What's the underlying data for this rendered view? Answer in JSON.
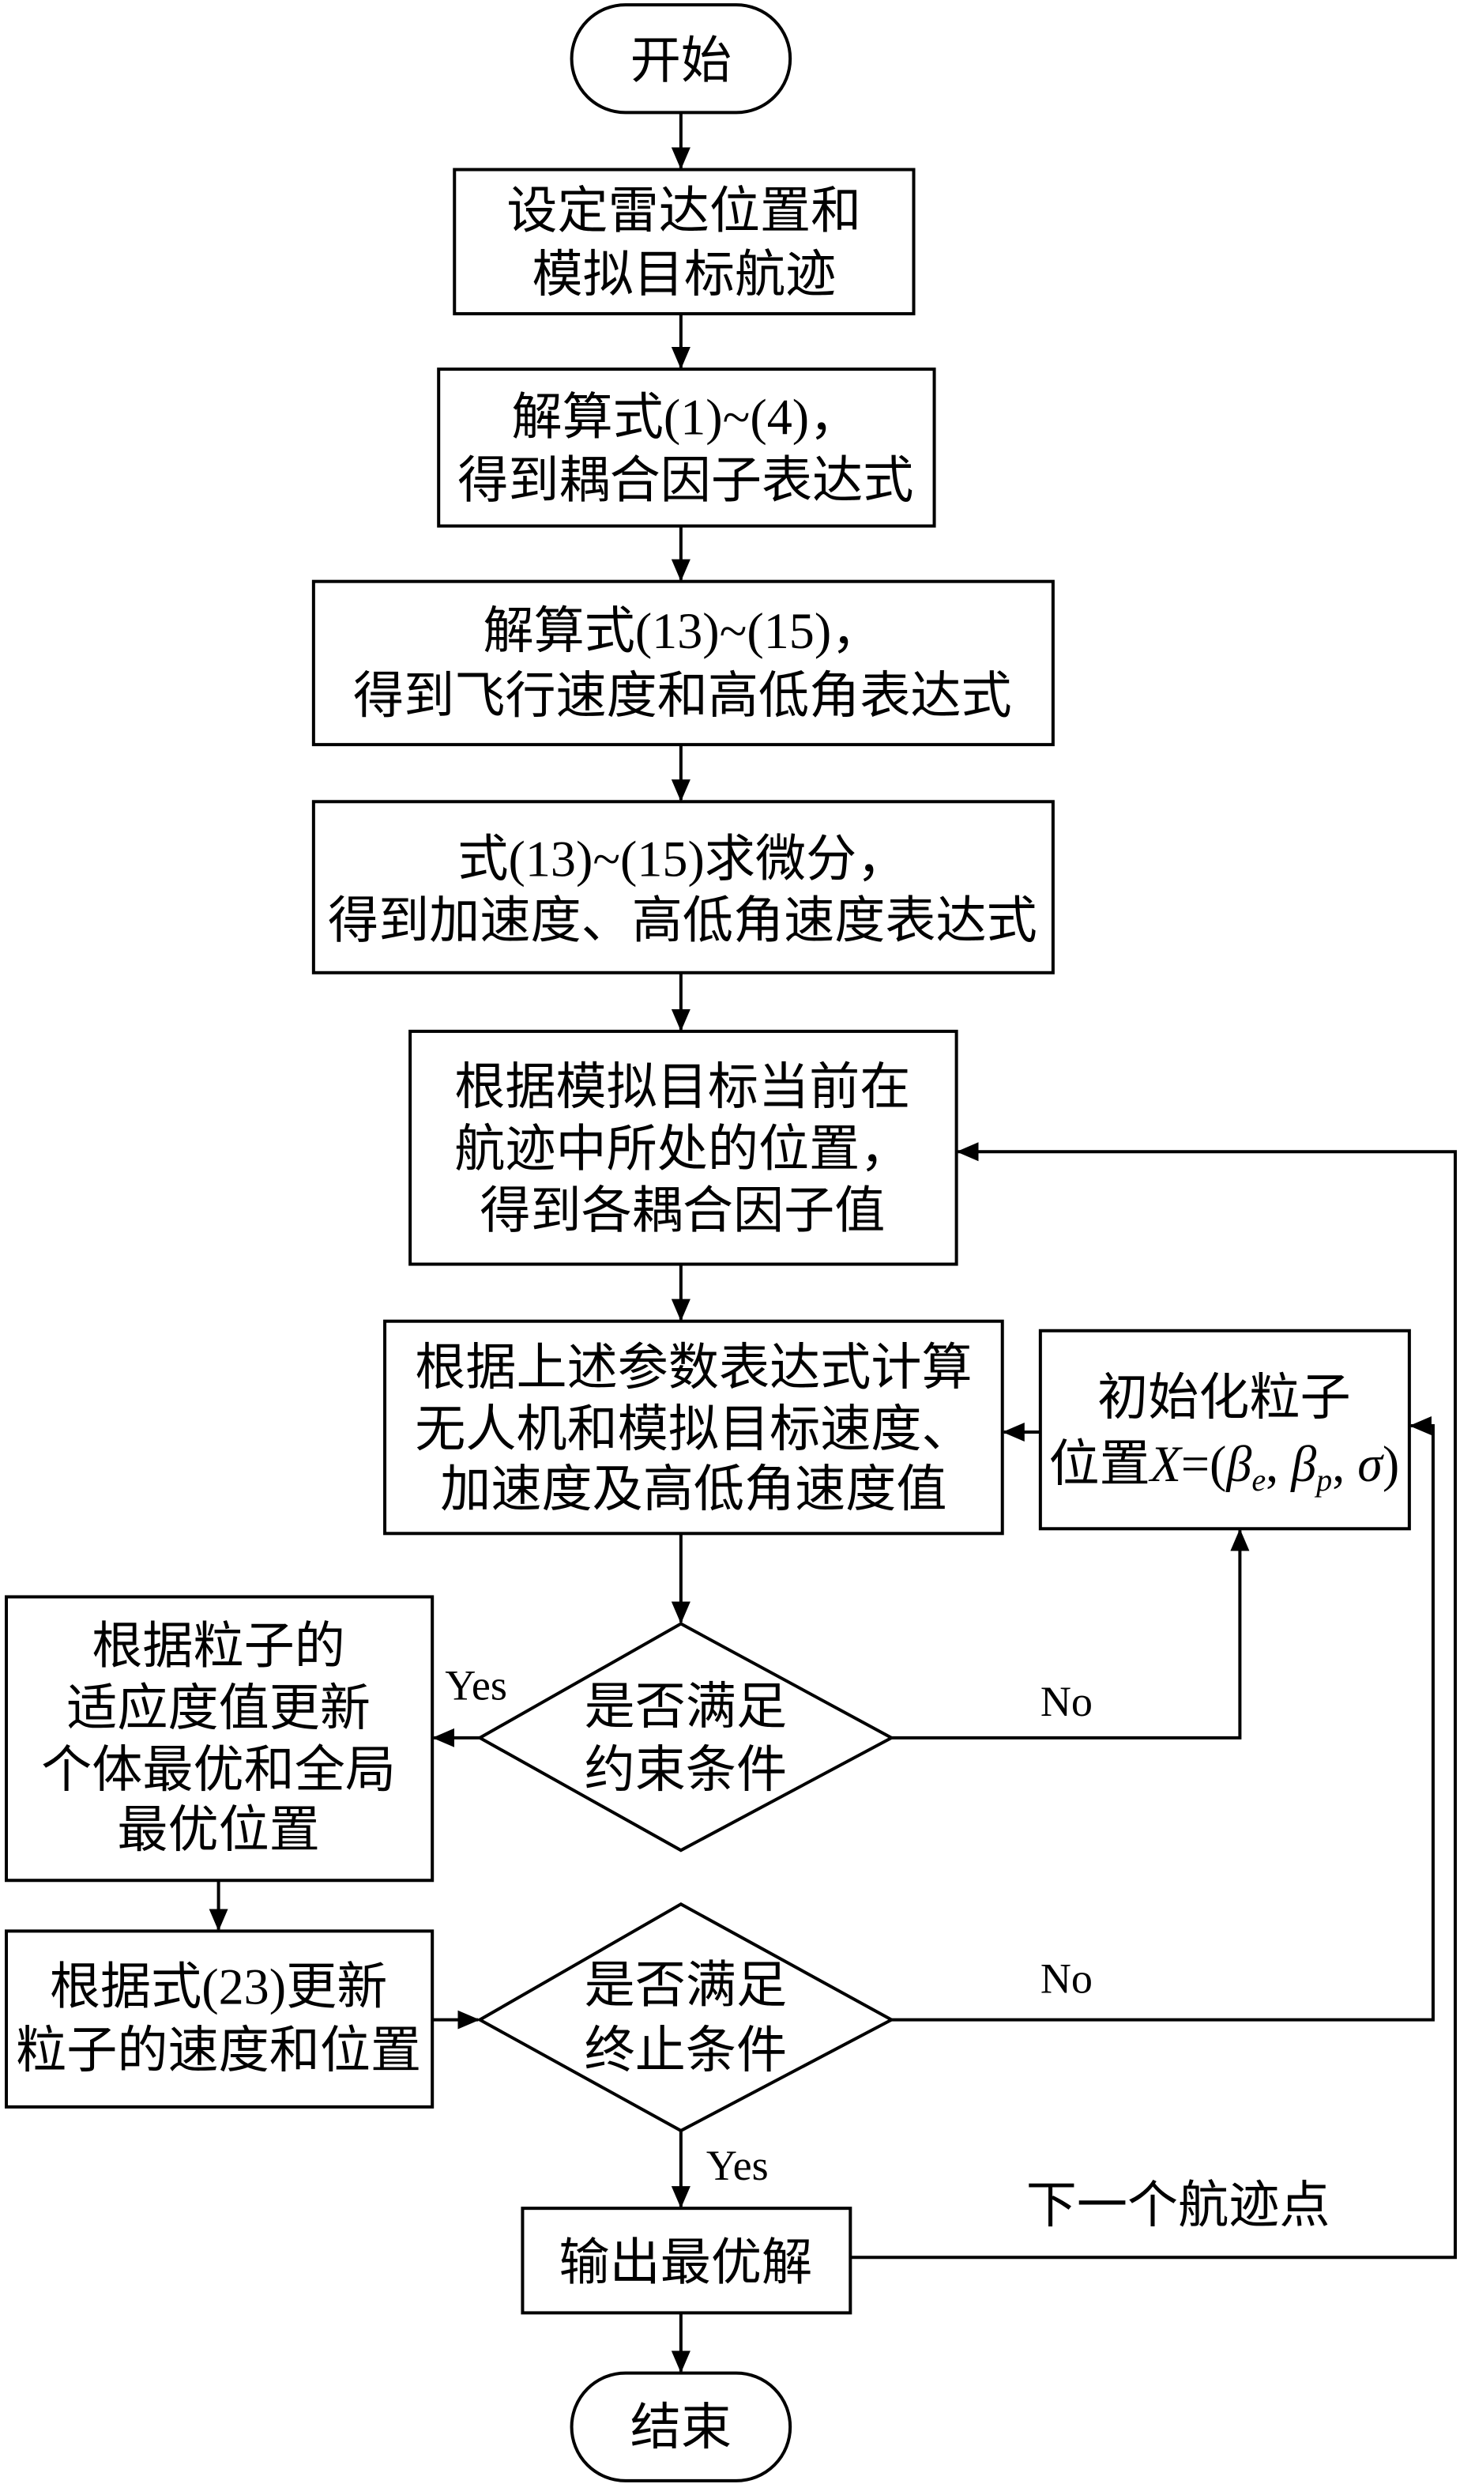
{
  "nodes": {
    "start": "开始",
    "set_radar": [
      "设定雷达位置和",
      "模拟目标航迹"
    ],
    "solve_coupling": [
      "解算式(1)~(4)，",
      "得到耦合因子表达式"
    ],
    "solve_speed": [
      "解算式(13)~(15)，",
      "得到飞行速度和高低角表达式"
    ],
    "differentiate": [
      "式(13)~(15)求微分，",
      "得到加速度、高低角速度表达式"
    ],
    "coupling_values": [
      "根据模拟目标当前在",
      "航迹中所处的位置，",
      "得到各耦合因子值"
    ],
    "compute_params": [
      "根据上述参数表达式计算",
      "无人机和模拟目标速度、",
      "加速度及高低角速度值"
    ],
    "init_particles": {
      "line1": "初始化粒子",
      "formula": {
        "prefix": "位置",
        "var": "X",
        "open": "=(",
        "beta": "β",
        "sub_e": "e",
        "sep": ", ",
        "sub_p": "p",
        "sigma": "σ",
        "close": ")"
      }
    },
    "constraint_check": [
      "是否满足",
      "约束条件"
    ],
    "update_best": [
      "根据粒子的",
      "适应度值更新",
      "个体最优和全局",
      "最优位置"
    ],
    "update_velocity": [
      "根据式(23)更新",
      "粒子的速度和位置"
    ],
    "termination_check": [
      "是否满足",
      "终止条件"
    ],
    "output": "输出最优解",
    "end": "结束"
  },
  "labels": {
    "constraint_yes": "Yes",
    "constraint_no": "No",
    "termination_no": "No",
    "termination_yes": "Yes",
    "next_point": "下一个航迹点"
  }
}
